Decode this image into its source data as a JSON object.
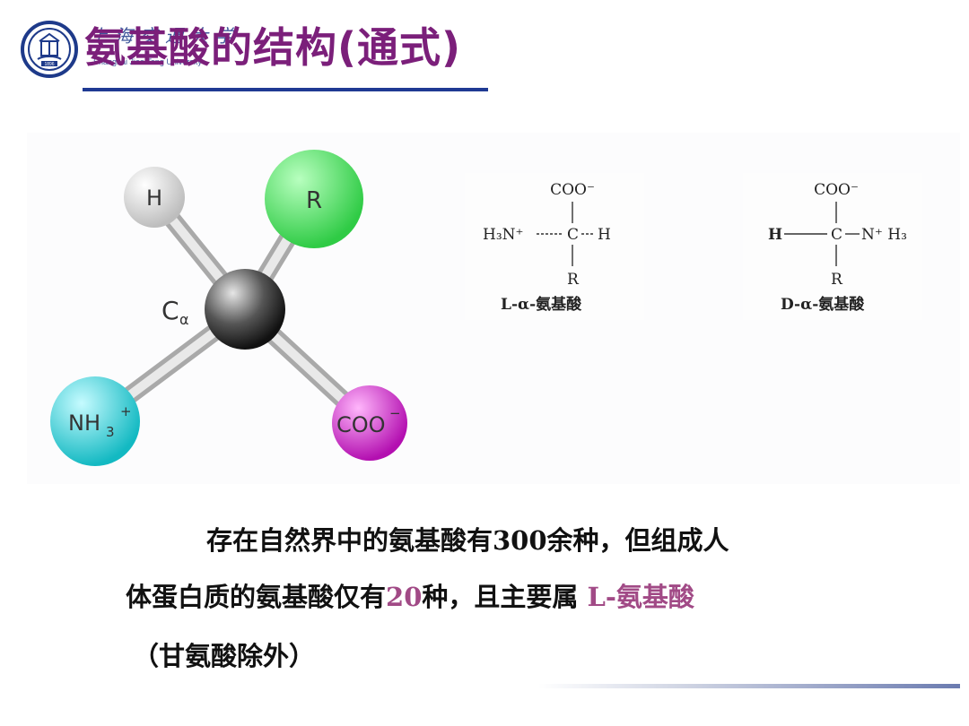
{
  "header": {
    "title": "氨基酸的结构(通式)",
    "logo_script": "上海交通大学",
    "logo_en": "Shanghai Jiao Tong University",
    "logo_year": "1896"
  },
  "model": {
    "labels": {
      "h": "H",
      "r": "R",
      "ca": "C",
      "ca_sub": "α",
      "nh3": "NH",
      "nh3_sub": "3",
      "nh3_sup": "+",
      "coo": "COO",
      "coo_sup": "−"
    },
    "colors": {
      "h": "#e6e6e6",
      "r": "#44e65a",
      "ca": "#3a3a3a",
      "nh3": "#23d9e0",
      "coo": "#d91fcf"
    }
  },
  "formulas": [
    {
      "top": "COO⁻",
      "left": "H₃N⁺",
      "center": "C",
      "right": "H",
      "bottom": "R",
      "caption": "L-α-氨基酸"
    },
    {
      "top": "COO⁻",
      "left": "H",
      "center": "C",
      "right": "N⁺ H₃",
      "bottom": "R",
      "caption": "D-α-氨基酸"
    }
  ],
  "text": {
    "line1": "存在自然界中的氨基酸有300余种，但组成人",
    "line2_a": "体蛋白质的氨基酸仅有",
    "line2_num": "20",
    "line2_b": "种，且主要属 ",
    "line2_accent": "L-氨基酸",
    "line3": "（甘氨酸除外）"
  }
}
